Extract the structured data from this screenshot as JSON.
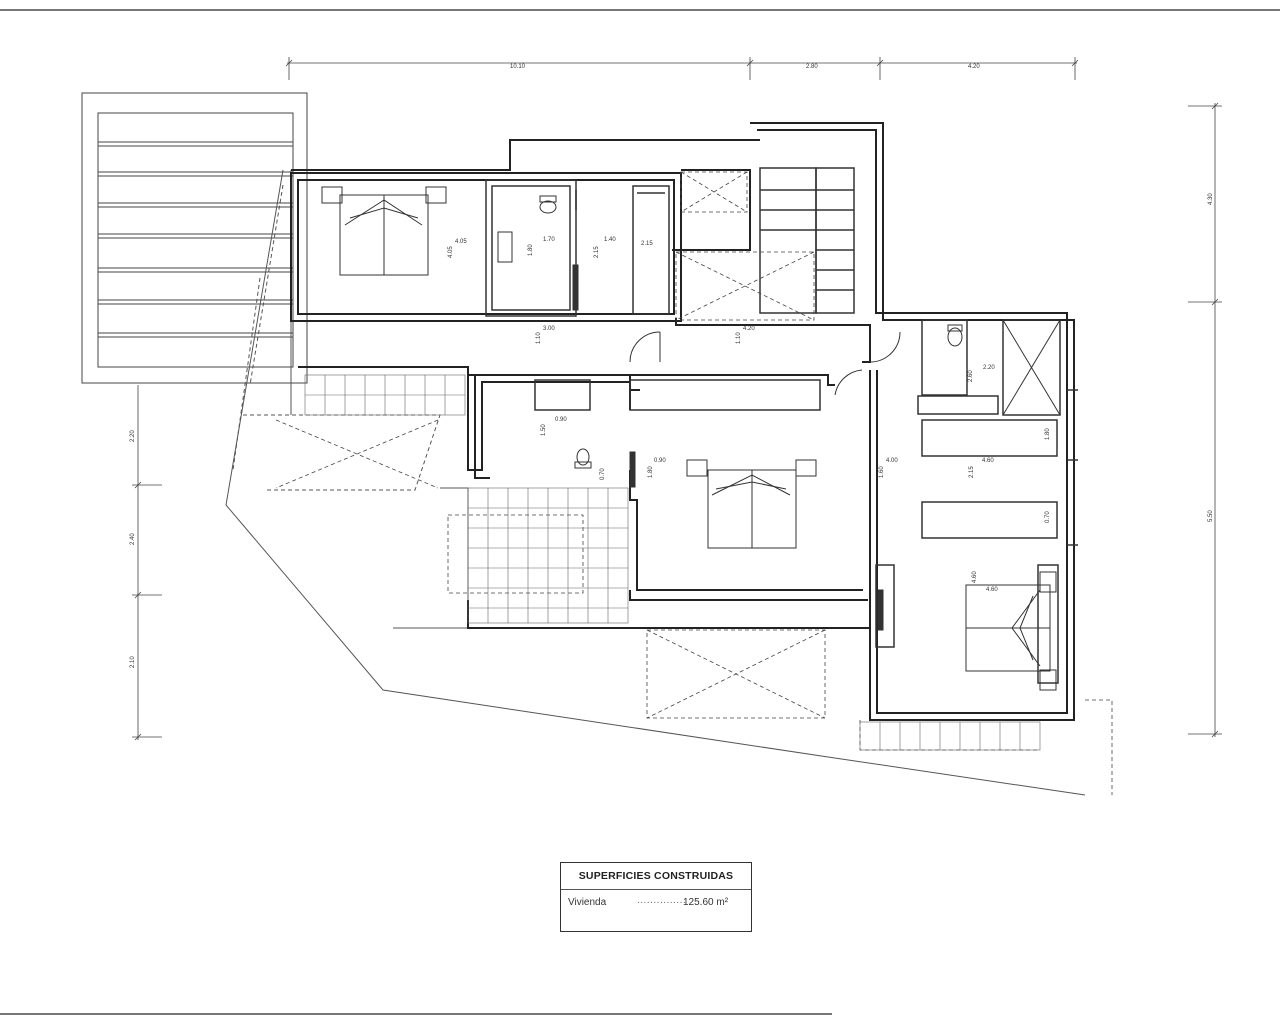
{
  "dimensions": {
    "top": [
      "10.10",
      "2.80",
      "4.20"
    ],
    "right": [
      "4.30",
      "5.50"
    ],
    "left": [
      "2.20",
      "2.40",
      "2.10"
    ]
  },
  "room_labels": [
    "4.05",
    "4.05",
    "1.70",
    "1.80",
    "1.40",
    "2.15",
    "2.15",
    "3.00",
    "1.10",
    "4.20",
    "1.10",
    "0.90",
    "1.50",
    "0.90",
    "1.80",
    "2.20",
    "4.00",
    "1.60",
    "4.60",
    "2.15",
    "2.60",
    "1.80",
    "0.70",
    "0.70",
    "4.60",
    "4.60"
  ],
  "summary": {
    "title": "SUPERFICIES CONSTRUIDAS",
    "label": "Vivienda",
    "dots": "...............",
    "value": "125.60 m²"
  }
}
